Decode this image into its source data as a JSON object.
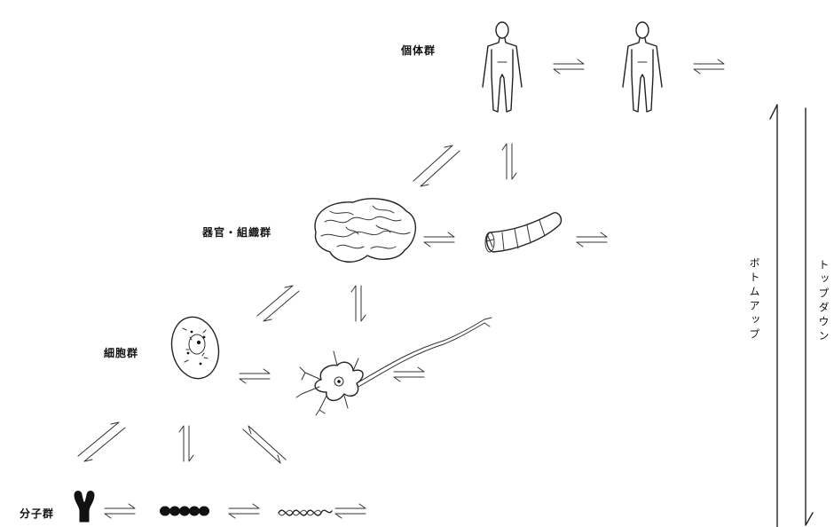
{
  "levels": {
    "individual": "個体群",
    "organ_tissue": "器官・組織群",
    "cell": "細胞群",
    "molecule": "分子群"
  },
  "directions": {
    "bottom_up": "ボトムアップ",
    "top_down": "トップダウン"
  }
}
